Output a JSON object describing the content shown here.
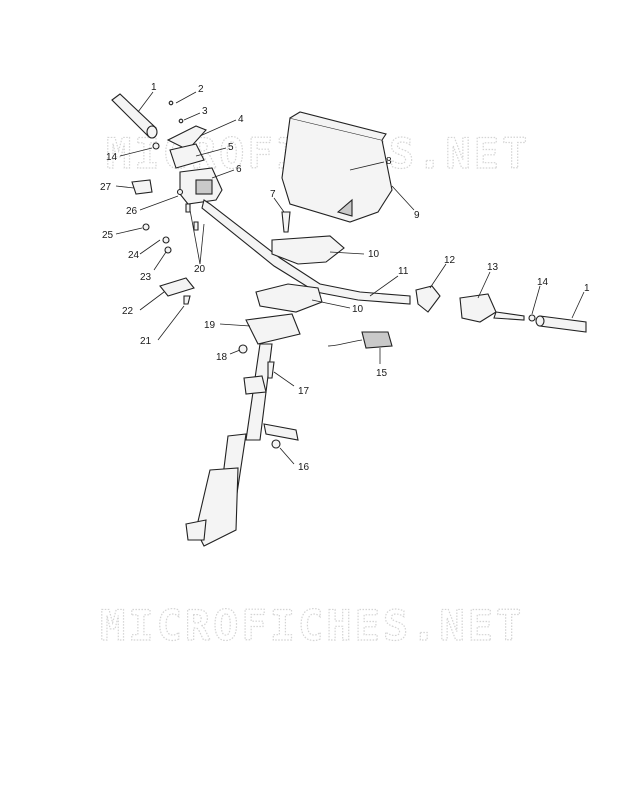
{
  "watermark": {
    "text": "MICROFICHES.NET"
  },
  "callouts": [
    "1",
    "2",
    "3",
    "4",
    "5",
    "6",
    "7",
    "8",
    "9",
    "10",
    "10",
    "11",
    "12",
    "13",
    "14",
    "1",
    "14",
    "15",
    "16",
    "17",
    "18",
    "19",
    "20",
    "21",
    "22",
    "23",
    "24",
    "25",
    "26",
    "27"
  ],
  "colors": {
    "ink": "#222222",
    "watermark": "#d4d4d4",
    "paper": "#ffffff"
  }
}
